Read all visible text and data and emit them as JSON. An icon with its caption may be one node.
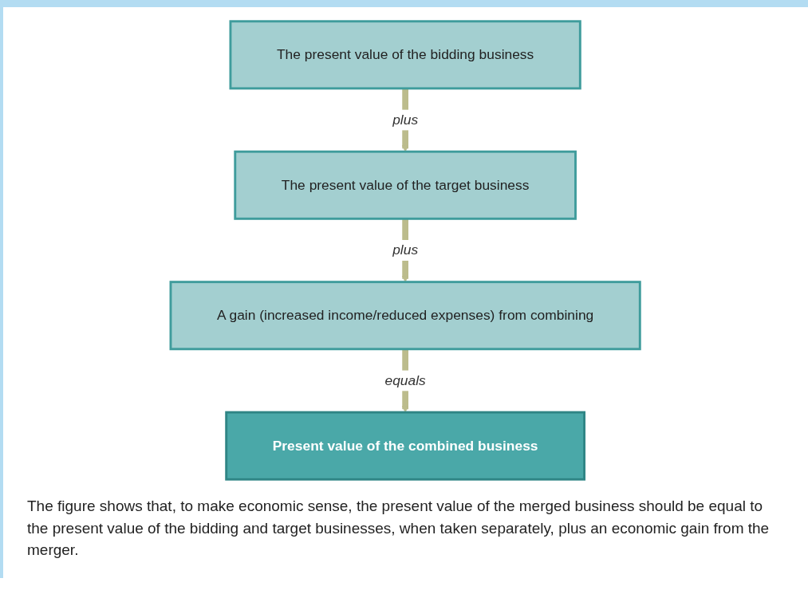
{
  "diagram": {
    "caption": "The figure shows that, to make economic sense, the present value of the merged business should be equal to the present value of the bidding and target businesses, when taken separately, plus an economic gain from the merger.",
    "nodes": [
      {
        "text": [
          "The present value of the bidding business"
        ]
      },
      {
        "text": [
          "The present value of the target business"
        ]
      },
      {
        "text": [
          "A gain (increased income/reduced expenses) from combining"
        ]
      },
      {
        "text": [
          "Present value of the combined business"
        ]
      }
    ],
    "edges": [
      {
        "from": 0,
        "to": 1,
        "arrow": "to",
        "label": "plus"
      },
      {
        "from": 1,
        "to": 2,
        "arrow": "to",
        "label": "plus"
      },
      {
        "from": 2,
        "to": 3,
        "arrow": "to",
        "label": "equals"
      }
    ]
  }
}
